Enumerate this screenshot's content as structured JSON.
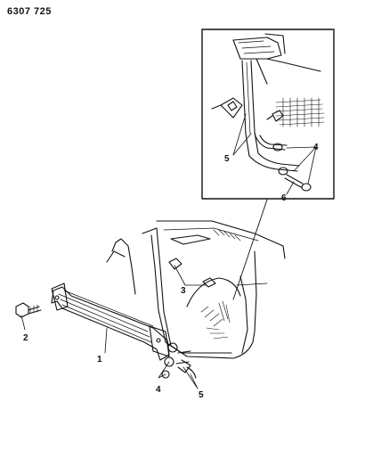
{
  "document": {
    "part_code": "6307 725"
  },
  "callouts": {
    "c1": "1",
    "c2": "2",
    "c3": "3",
    "c4_main": "4",
    "c5_main": "5",
    "c4_inset": "4",
    "c5_inset": "5",
    "c6_inset": "6"
  }
}
